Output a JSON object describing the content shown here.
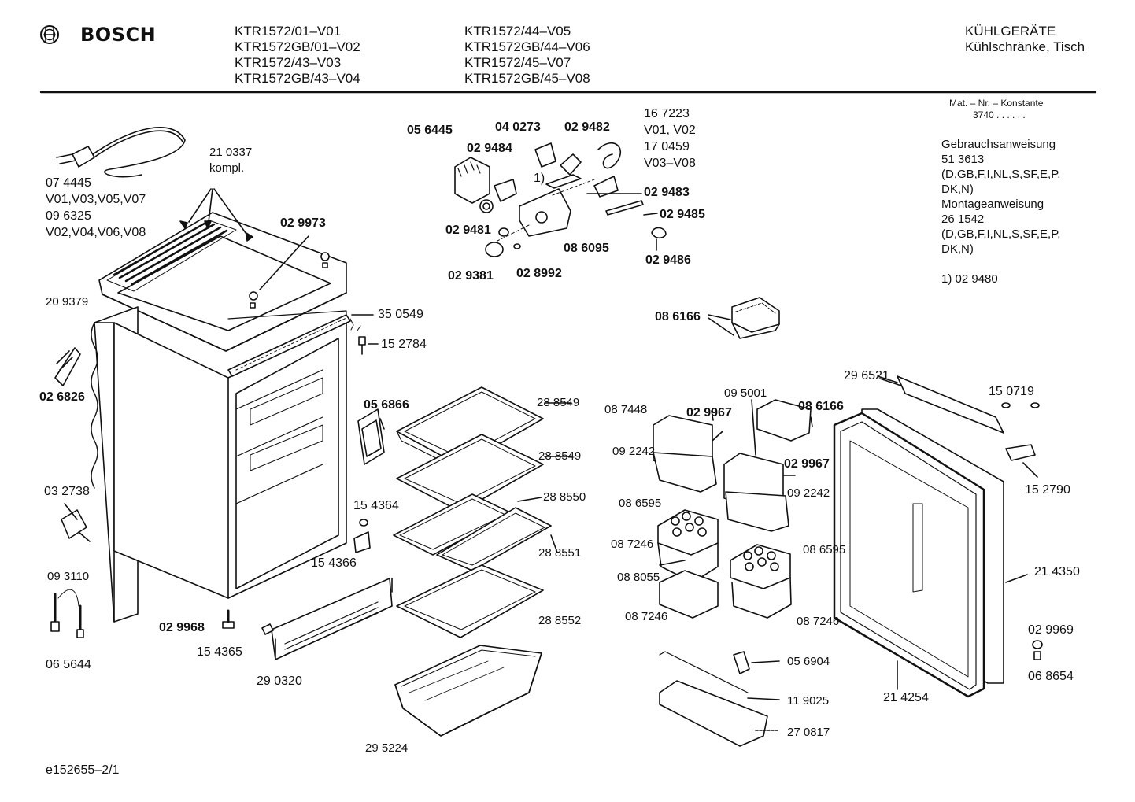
{
  "header": {
    "brand": "BOSCH",
    "models_col1": [
      "KTR1572/01–V01",
      "KTR1572GB/01–V02",
      "KTR1572/43–V03",
      "KTR1572GB/43–V04"
    ],
    "models_col2": [
      "KTR1572/44–V05",
      "KTR1572GB/44–V06",
      "KTR1572/45–V07",
      "KTR1572GB/45–V08"
    ],
    "category": "KÜHLGERÄTE",
    "subcategory": "Kühlschränke, Tisch"
  },
  "info": {
    "mat_label": "Mat. – Nr. – Konstante",
    "mat_value": "3740 . . . . . .",
    "manual_title": "Gebrauchsanweisung",
    "manual_no": "51 3613",
    "manual_langs_1": "(D,GB,F,I,NL,S,SF,E,P,",
    "manual_langs_2": "DK,N)",
    "mount_title": "Montageanweisung",
    "mount_no": "26 1542",
    "mount_langs_1": "(D,GB,F,I,NL,S,SF,E,P,",
    "mount_langs_2": "DK,N)",
    "footnote": "1)  02 9480"
  },
  "footer": {
    "doc_id": "e152655–2/1"
  },
  "labels": {
    "cable_no": "07 4445",
    "cable_v1": "V01,V03,V05,V07",
    "cable_no2": "09 6325",
    "cable_v2": "V02,V04,V06,V08",
    "top_kompl_no": "21 0337",
    "top_kompl": "kompl.",
    "top_screw": "02 9973",
    "side_strip": "20 9379",
    "clip": "02 6826",
    "bracket": "35 0549",
    "bracket_pin": "15 2784",
    "sensor": "03 2738",
    "probe_no": "09 3110",
    "probe_no2": "06 5644",
    "foot": "02 9968",
    "vent_clip": "15 4365",
    "vent": "29 0320",
    "therm_cover": "05 6445",
    "knob_axis": "04 0273",
    "lamp": "02 9482",
    "therm_bracket": "02 9484",
    "knob_small": "02 9481",
    "knob": "02 9381",
    "spring": "02 8992",
    "thermostat": "08 6095",
    "cap_a": "16 7223",
    "cap_a_v": "V01, V02",
    "cap_b": "17 0459",
    "cap_b_v": "V03–V08",
    "rod_a": "02 9483",
    "rod_b": "02 9485",
    "lamp_socket": "02 9486",
    "footnote_mark": "1)",
    "door_plate": "05 6866",
    "shelf_1": "28 8549",
    "shelf_2": "28 8549",
    "shelf_3": "28 8550",
    "shelf_4": "28 8551",
    "shelf_5": "28 8552",
    "support_a": "15 4364",
    "support_b": "15 4366",
    "crisper": "29 5224",
    "box_lid": "08 6166",
    "door_rack_a": "08 7448",
    "door_screw_a": "02 9967",
    "door_rack_b": "09 5001",
    "box_lid_2": "08 6166",
    "rack_base_a": "09 2242",
    "door_screw_b": "02 9967",
    "rack_base_b": "09 2242",
    "egg_a": "08 6595",
    "egg_b": "08 6595",
    "bottle_a": "08 7246",
    "bottle_b": "08 7246",
    "bottle_c": "08 7246",
    "bottle_clip": "08 8055",
    "door_trim": "29 6521",
    "door_plug": "15 0719",
    "door_cap": "15 2790",
    "door_gasket": "21 4350",
    "door_washer": "02 9969",
    "door_screw": "06 8654",
    "door_inner": "21 4254",
    "shelf_holder": "05 6904",
    "shelf_bar": "11 9025",
    "bottle_shelf": "27 0817"
  }
}
